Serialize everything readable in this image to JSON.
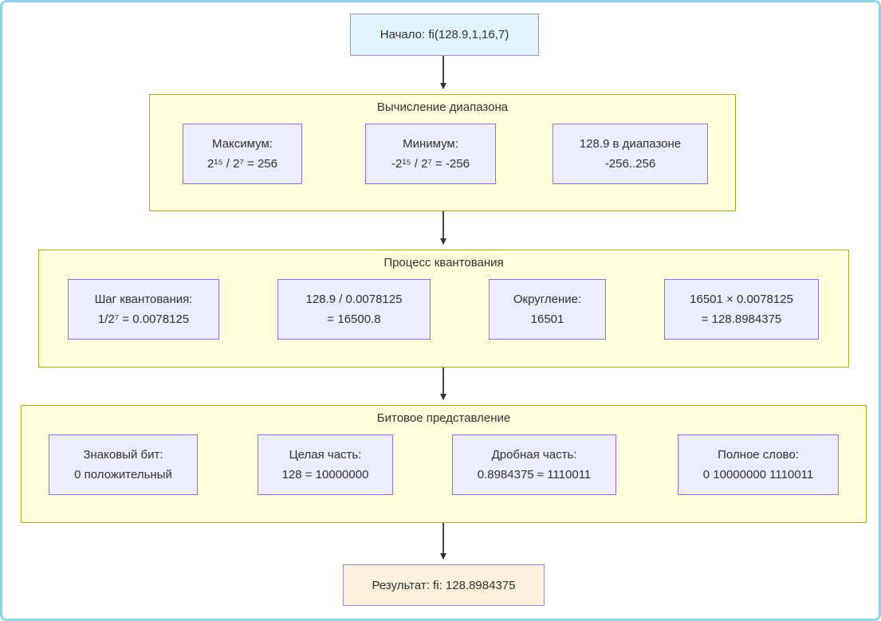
{
  "diagram": {
    "start_node": {
      "text": "Начало: fi(128.9,1,16,7)"
    },
    "sections": [
      {
        "title": "Вычисление диапазона",
        "nodes": [
          {
            "line1": "Максимум:",
            "line2": "2¹⁵ / 2⁷ = 256"
          },
          {
            "line1": "Минимум:",
            "line2": "-2¹⁵ / 2⁷ = -256"
          },
          {
            "line1": "128.9 в диапазоне",
            "line2": "-256..256"
          }
        ]
      },
      {
        "title": "Процесс квантования",
        "nodes": [
          {
            "line1": "Шаг квантования:",
            "line2": "1/2⁷ = 0.0078125"
          },
          {
            "line1": "128.9 / 0.0078125",
            "line2": "= 16500.8"
          },
          {
            "line1": "Округление:",
            "line2": "16501"
          },
          {
            "line1": "16501 × 0.0078125",
            "line2": "= 128.8984375"
          }
        ]
      },
      {
        "title": "Битовое представление",
        "nodes": [
          {
            "line1": "Знаковый бит:",
            "line2": "0 положительный"
          },
          {
            "line1": "Целая часть:",
            "line2": "128 = 10000000"
          },
          {
            "line1": "Дробная часть:",
            "line2": "0.8984375 ≈ 1110011"
          },
          {
            "line1": "Полное слово:",
            "line2": "0 10000000 1110011"
          }
        ]
      }
    ],
    "result_node": {
      "text": "Результат: fi: 128.8984375"
    }
  },
  "colors": {
    "frame": "#8FD4E6",
    "cluster_fill": "#FFFFDE",
    "cluster_border": "#AAAA33",
    "node_fill": "#ECECFF",
    "node_border": "#9370DB",
    "start_fill": "#E1F3FB",
    "start_border": "#A18CD8",
    "result_fill": "#FAF0DC",
    "result_border": "#A18CD8",
    "edge": "#333333",
    "text": "#333333"
  }
}
